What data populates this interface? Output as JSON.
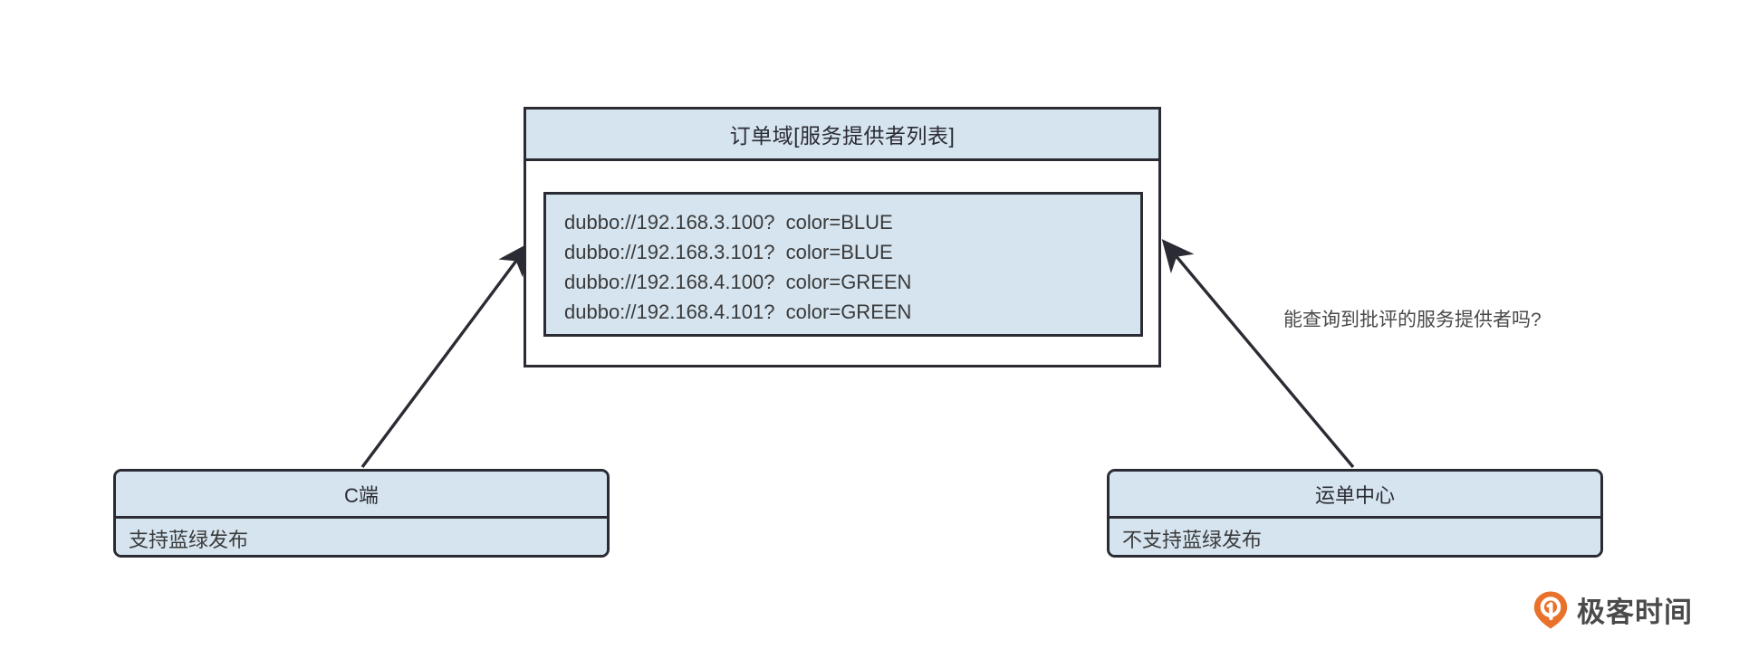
{
  "diagram": {
    "order_domain": {
      "title": "订单域[服务提供者列表]",
      "providers": [
        "dubbo://192.168.3.100?  color=BLUE",
        "dubbo://192.168.3.101?  color=BLUE",
        "dubbo://192.168.4.100?  color=GREEN",
        "dubbo://192.168.4.101?  color=GREEN"
      ]
    },
    "consumers": [
      {
        "id": "client",
        "title": "C端",
        "description": "支持蓝绿发布"
      },
      {
        "id": "waybill-center",
        "title": "运单中心",
        "description": "不支持蓝绿发布"
      }
    ],
    "annotation": "能查询到批评的服务提供者吗?",
    "brand": {
      "name": "极客时间",
      "icon": "location-pin-icon"
    },
    "colors": {
      "box_fill": "#d5e4ef",
      "box_border": "#2b2b33",
      "background": "#ffffff",
      "text": "#3a3a3a",
      "brand_orange": "#e8722c"
    }
  }
}
